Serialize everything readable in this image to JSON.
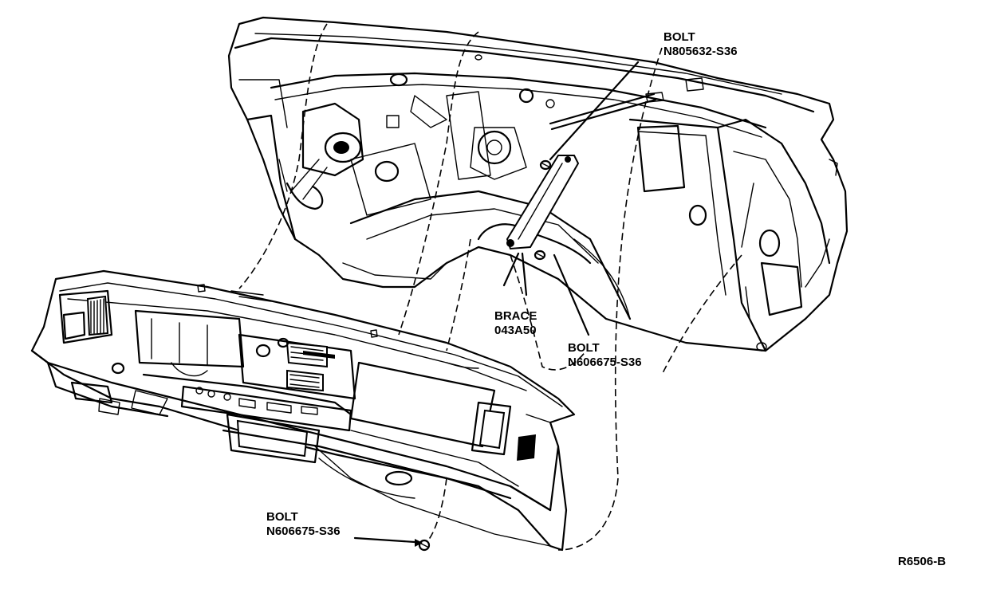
{
  "callouts": {
    "bolt_top": {
      "name": "BOLT",
      "part": "N805632-S36"
    },
    "brace": {
      "name": "BRACE",
      "part": "043A50"
    },
    "bolt_mid": {
      "name": "BOLT",
      "part": "N606675-S36"
    },
    "bolt_bottom": {
      "name": "BOLT",
      "part": "N606675-S36"
    }
  },
  "figure_id": "R6506-B"
}
